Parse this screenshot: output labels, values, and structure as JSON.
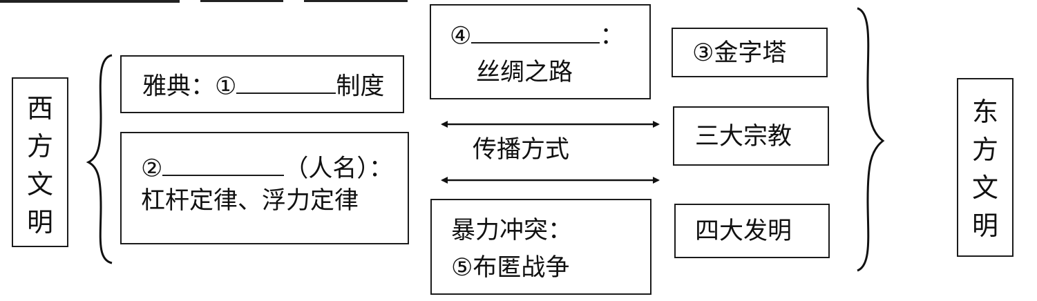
{
  "west": {
    "label_chars": [
      "西",
      "方",
      "文",
      "明"
    ],
    "box1": {
      "prefix": "雅典：①",
      "suffix": "制度"
    },
    "box2": {
      "prefix": "②",
      "hint": "（人名）：",
      "content": "杠杆定律、浮力定律"
    }
  },
  "middle": {
    "box4": {
      "prefix": "④",
      "colon": "：",
      "content": "丝绸之路"
    },
    "center_label": "传播方式",
    "box5": {
      "line1": "暴力冲突：",
      "line2": "⑤布匿战争"
    }
  },
  "east": {
    "items": [
      "③金字塔",
      "三大宗教",
      "四大发明"
    ],
    "label_chars": [
      "东",
      "方",
      "文",
      "明"
    ]
  }
}
